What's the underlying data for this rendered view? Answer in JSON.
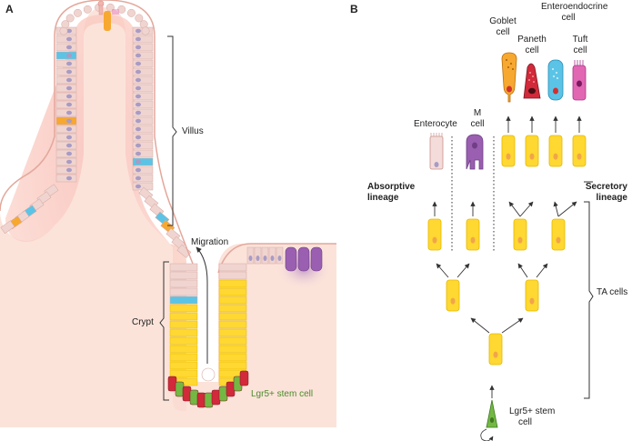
{
  "panel_a": {
    "letter": "A",
    "labels": {
      "villus": "Villus",
      "migration": "Migration",
      "crypt": "Crypt",
      "stem_cell": "Lgr5+ stem cell"
    }
  },
  "panel_b": {
    "letter": "B",
    "labels": {
      "goblet": [
        "Goblet",
        "cell"
      ],
      "enteroendocrine": [
        "Enteroendocrine",
        "cell"
      ],
      "paneth": [
        "Paneth",
        "cell"
      ],
      "tuft": [
        "Tuft",
        "cell"
      ],
      "enterocyte": "Enterocyte",
      "m_cell": [
        "M",
        "cell"
      ],
      "absorptive": [
        "Absorptive",
        "lineage"
      ],
      "secretory": [
        "Secretory",
        "lineage"
      ],
      "ta_cells": "TA cells",
      "stem": [
        "Lgr5+ stem",
        "cell"
      ]
    }
  },
  "colors": {
    "tissue": "#fbe3da",
    "tissue_edge": "#e4a79b",
    "lumen": "#f6b8b0",
    "epithelium": "#f0d4d0",
    "nucleus": "#a99bc4",
    "ta_yellow": "#ffd832",
    "goblet_orange": "#f7a830",
    "paneth_red": "#d22a3a",
    "enteroendocrine_blue": "#5bc4e6",
    "tuft_pink": "#e267b3",
    "m_purple": "#9a5fb0",
    "stem_green": "#74b843"
  }
}
